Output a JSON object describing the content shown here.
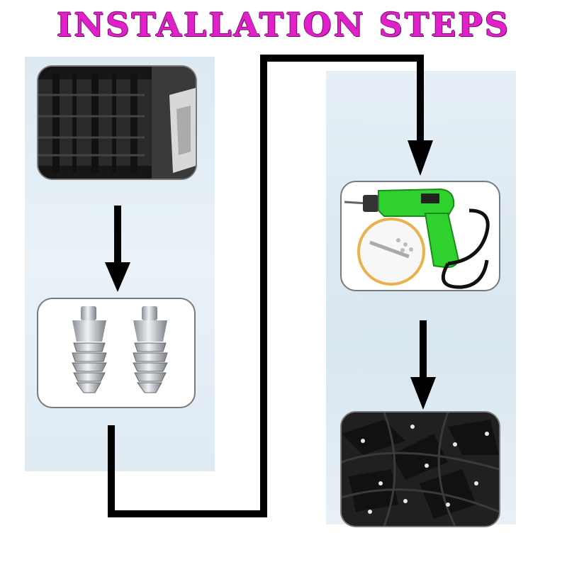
{
  "title": "INSTALLATION STEPS",
  "colors": {
    "title": "#e020c8",
    "panel_bg": "#e3eef6",
    "path": "#000000",
    "drill_green": "#2fd12f",
    "tire_dark": "#1c1c1c"
  },
  "steps": [
    {
      "id": "tire",
      "icon": "tire-tread-icon"
    },
    {
      "id": "studs",
      "icon": "screw-stud-icon"
    },
    {
      "id": "drill",
      "icon": "power-drill-icon"
    },
    {
      "id": "studded-tire",
      "icon": "studded-tire-icon"
    }
  ]
}
